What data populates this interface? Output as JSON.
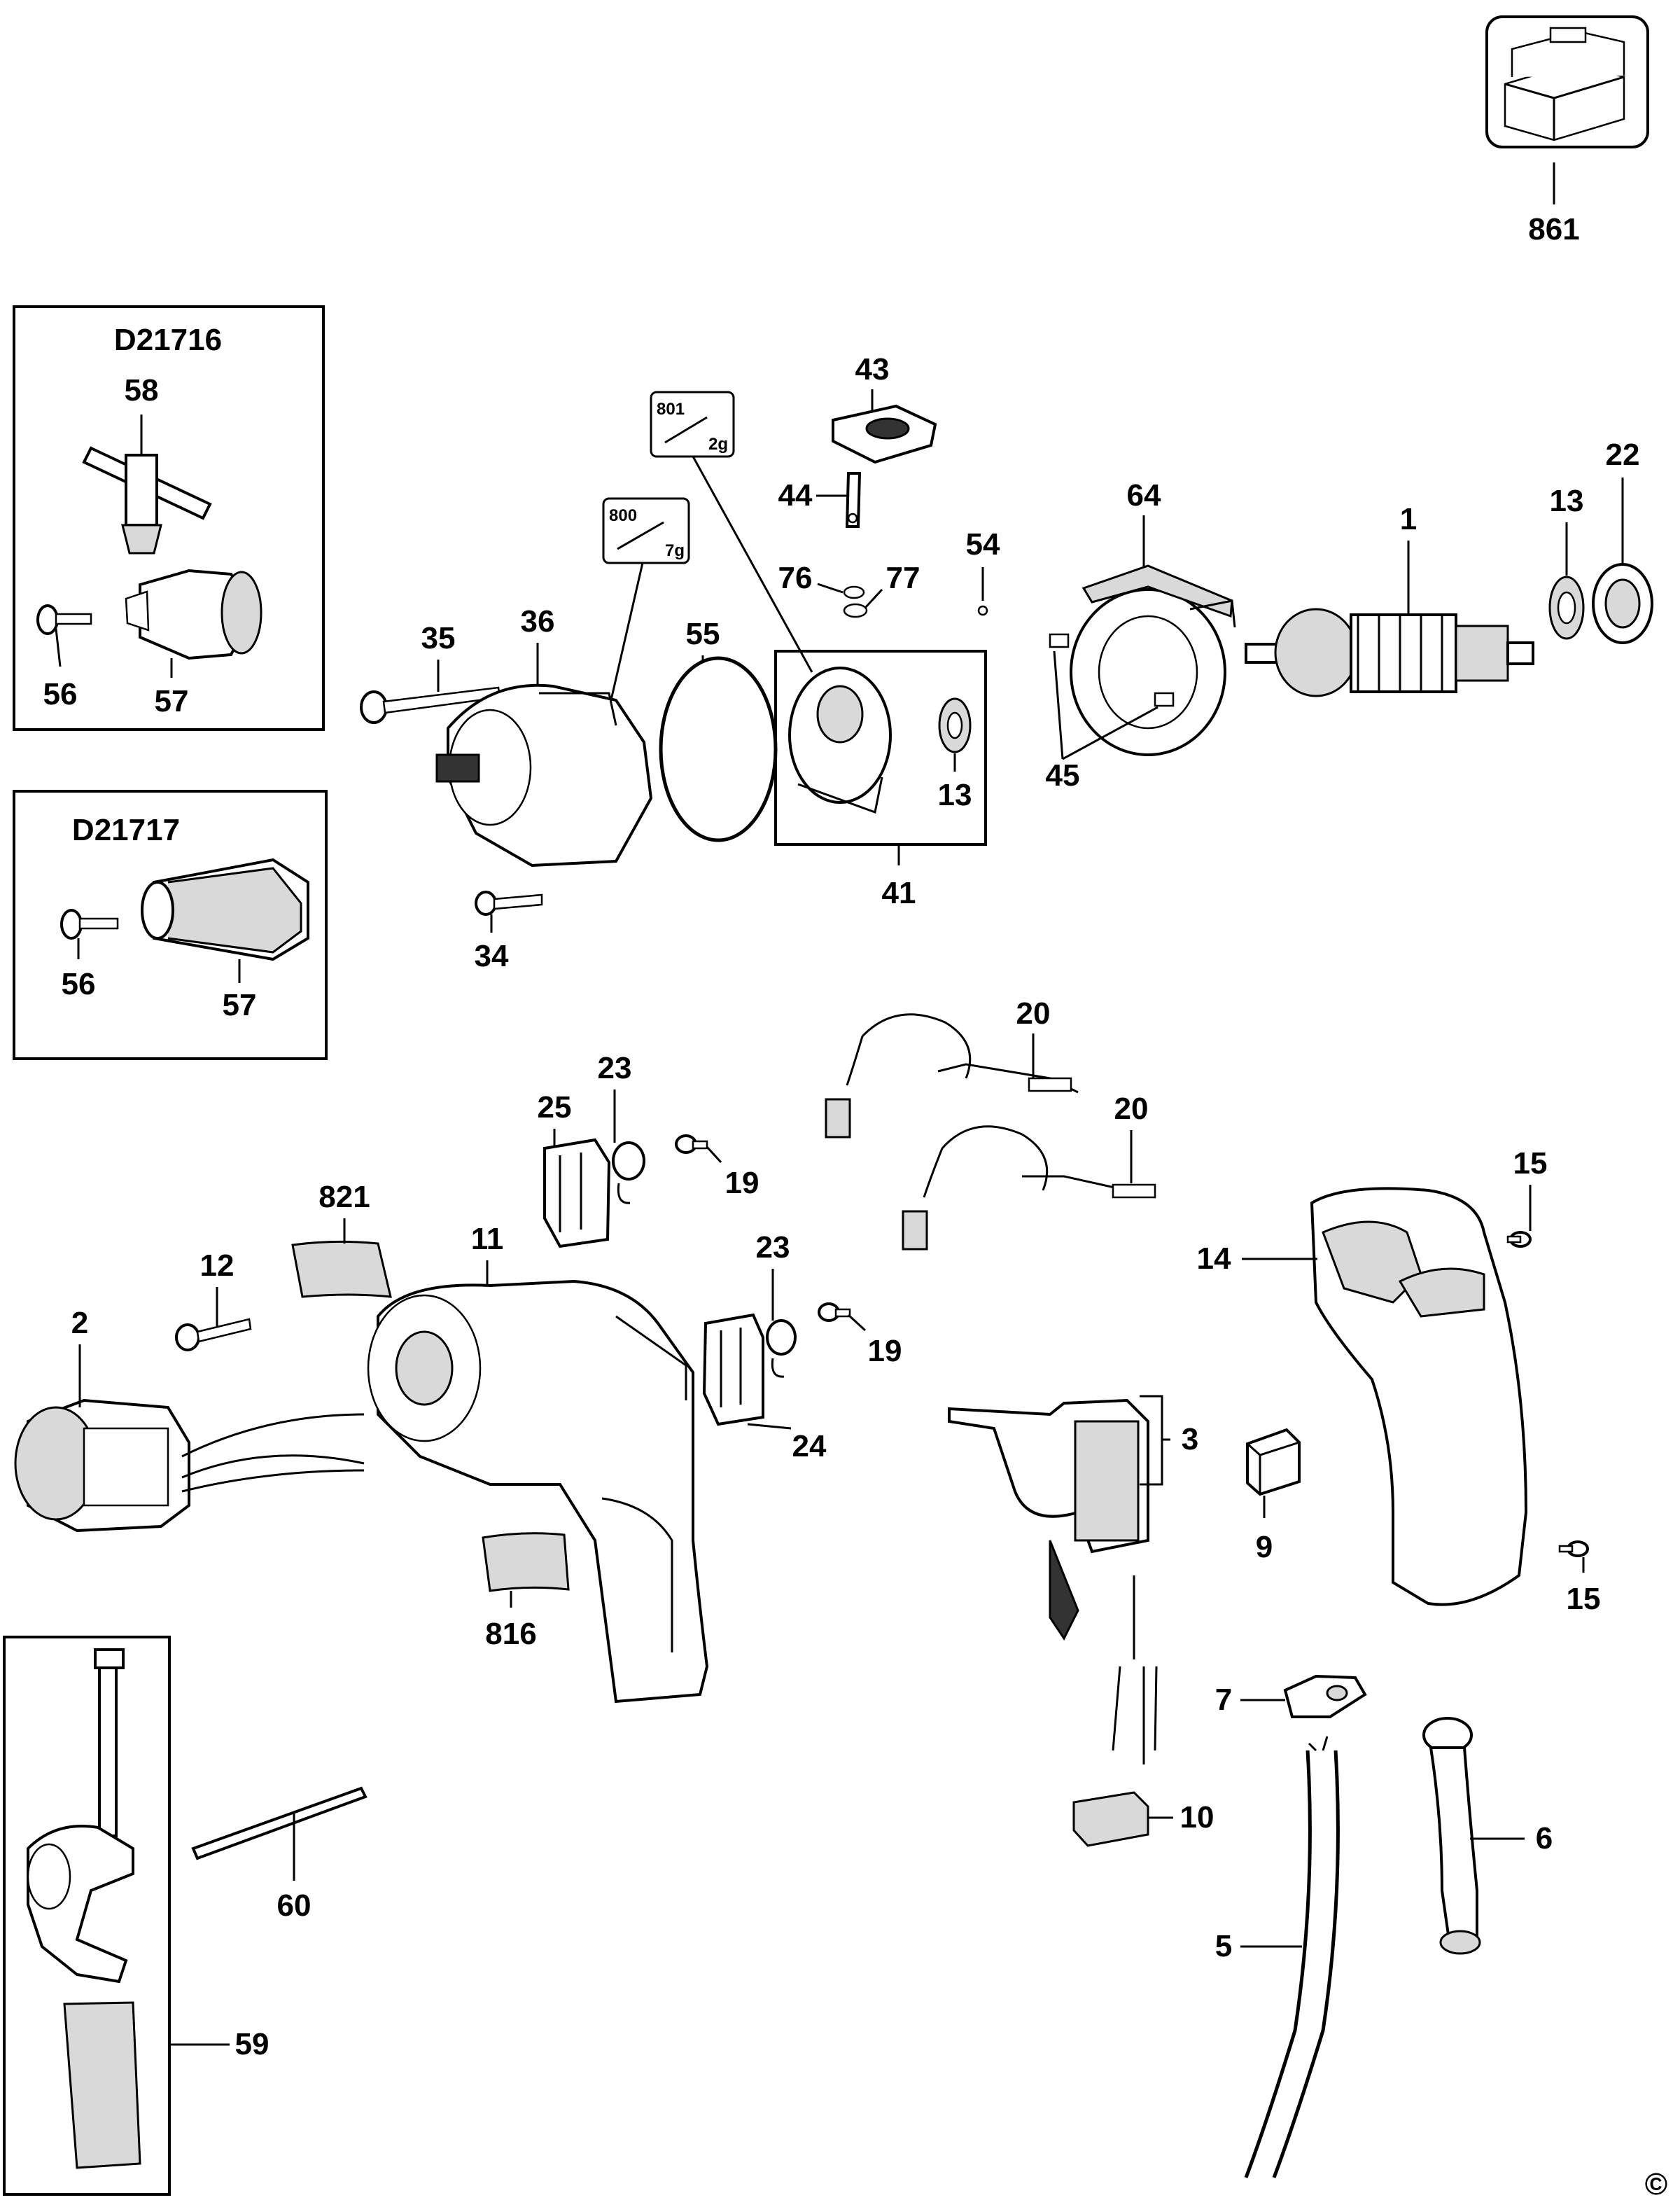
{
  "kit_boxes": [
    {
      "model": "D21716"
    },
    {
      "model": "D21717"
    }
  ],
  "grease_tags": [
    {
      "code": "800",
      "weight": "7g"
    },
    {
      "code": "801",
      "weight": "2g"
    }
  ],
  "copyright_mark": "©",
  "labels": {
    "p861": "861",
    "p58": "58",
    "p56a": "56",
    "p57a": "57",
    "p56b": "56",
    "p57b": "57",
    "p43": "43",
    "p44": "44",
    "p76": "76",
    "p77": "77",
    "p54": "54",
    "p64": "64",
    "p1": "1",
    "p13a": "13",
    "p22": "22",
    "p35": "35",
    "p36": "36",
    "p55": "55",
    "p13b": "13",
    "p41": "41",
    "p45": "45",
    "p34": "34",
    "p20a": "20",
    "p20b": "20",
    "p23a": "23",
    "p25": "25",
    "p19a": "19",
    "p821": "821",
    "p11": "11",
    "p12": "12",
    "p2": "2",
    "p23b": "23",
    "p19b": "19",
    "p24": "24",
    "p15a": "15",
    "p14": "14",
    "p3": "3",
    "p9": "9",
    "p15b": "15",
    "p816": "816",
    "p7": "7",
    "p10": "10",
    "p6": "6",
    "p5": "5",
    "p60": "60",
    "p59": "59"
  }
}
